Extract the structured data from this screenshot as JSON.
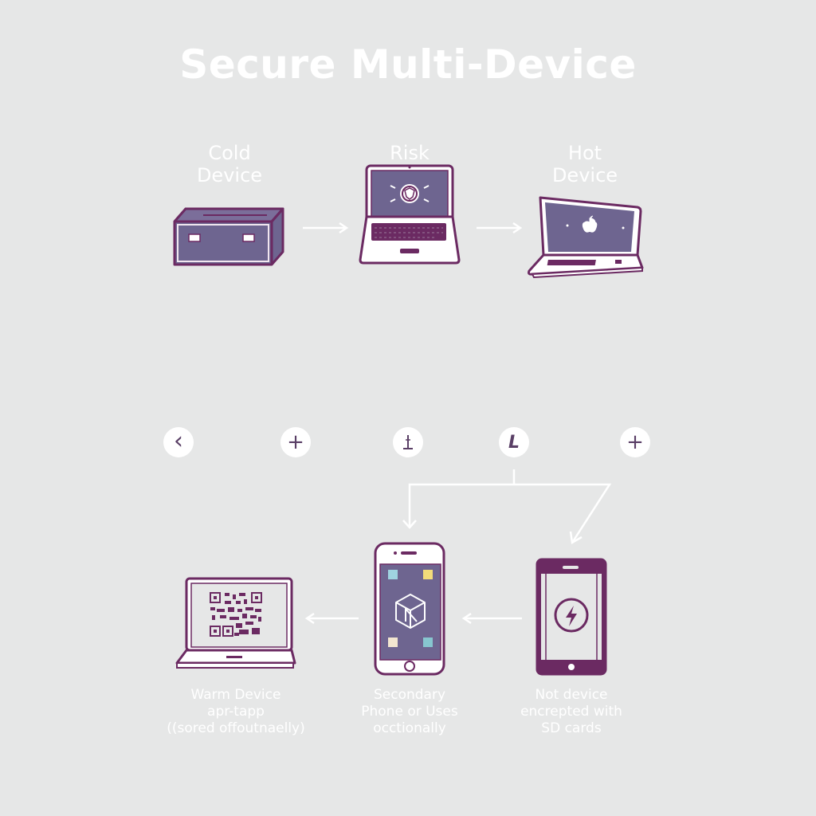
{
  "title": "Secure Multi-Device",
  "colors": {
    "background": "#e6e7e7",
    "outline": "#6b2a62",
    "screen": "#6e6590",
    "text": "#ffffff",
    "arrow": "#ffffff"
  },
  "top_row": {
    "devices": [
      {
        "label_line1": "Cold",
        "label_line2": "Device",
        "icon": "hardware-box-icon"
      },
      {
        "label_line1": "Risk",
        "label_line2": "",
        "icon": "laptop-shield-icon"
      },
      {
        "label_line1": "Hot",
        "label_line2": "Device",
        "icon": "laptop-apple-icon"
      }
    ],
    "arrows": [
      "right-arrow",
      "right-arrow"
    ]
  },
  "controls": [
    {
      "glyph": "‹",
      "icon": "chevron-left-icon"
    },
    {
      "glyph": "+",
      "icon": "plus-icon"
    },
    {
      "glyph": "⍊",
      "icon": "anchor-icon"
    },
    {
      "glyph": "L",
      "icon": "letter-l-icon"
    },
    {
      "glyph": "+",
      "icon": "plus-icon"
    }
  ],
  "bottom_row": {
    "devices": [
      {
        "caption": [
          "Warm Device",
          "apr-tapp",
          "((sored offoutnaelly)"
        ],
        "icon": "laptop-qr-icon"
      },
      {
        "caption": [
          "Secondary",
          "Phone or Uses",
          "occtionally"
        ],
        "icon": "phone-cube-icon"
      },
      {
        "caption": [
          "Not device",
          "encrepted with",
          "SD cards"
        ],
        "icon": "phone-lightning-icon"
      }
    ],
    "arrows": [
      "left-arrow",
      "left-arrow"
    ]
  }
}
